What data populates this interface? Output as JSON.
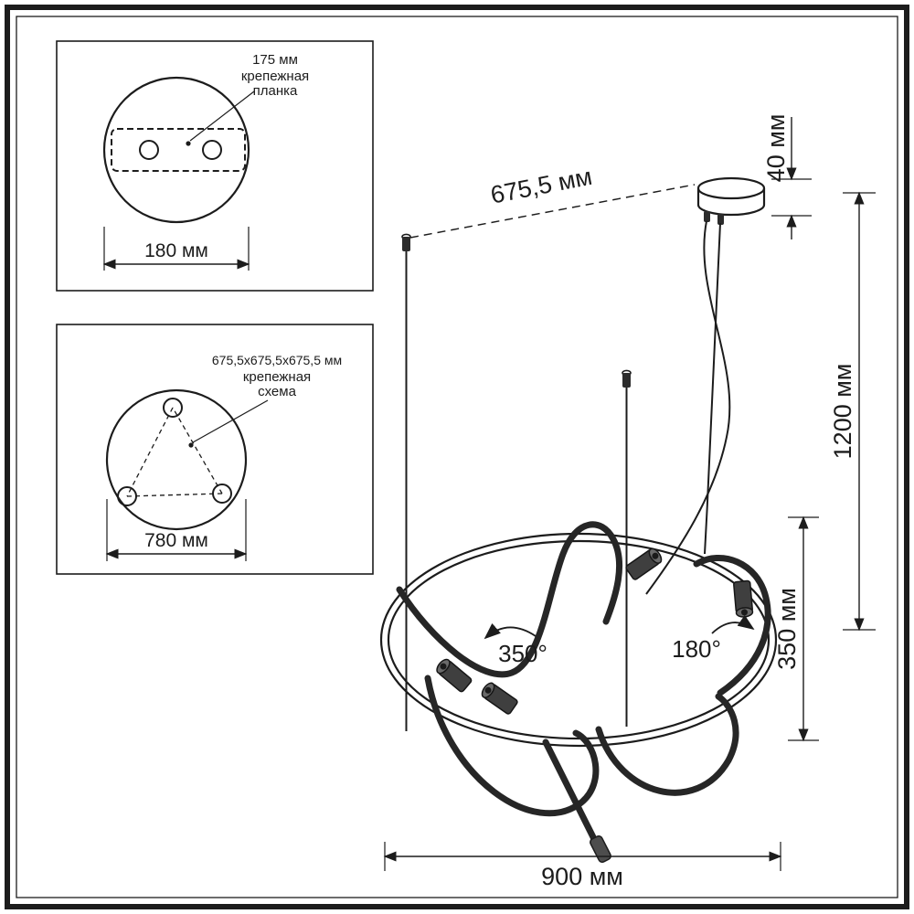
{
  "colors": {
    "line": "#1c1c1c",
    "background": "#ffffff"
  },
  "inset_top": {
    "dim_leader": "175 мм",
    "caption_l1": "крепежная",
    "caption_l2": "планка",
    "dim_width": "180 мм"
  },
  "inset_bottom": {
    "dim_leader": "675,5x675,5x675,5 мм",
    "caption_l1": "крепежная",
    "caption_l2": "схема",
    "dim_width": "780 мм"
  },
  "main": {
    "dim_diagonal": "675,5 мм",
    "dim_canopy_height": "40 мм",
    "dim_total_height": "1200 мм",
    "dim_fixture_height": "350 мм",
    "dim_width": "900 мм",
    "angle_left": "350°",
    "angle_right": "180°"
  }
}
